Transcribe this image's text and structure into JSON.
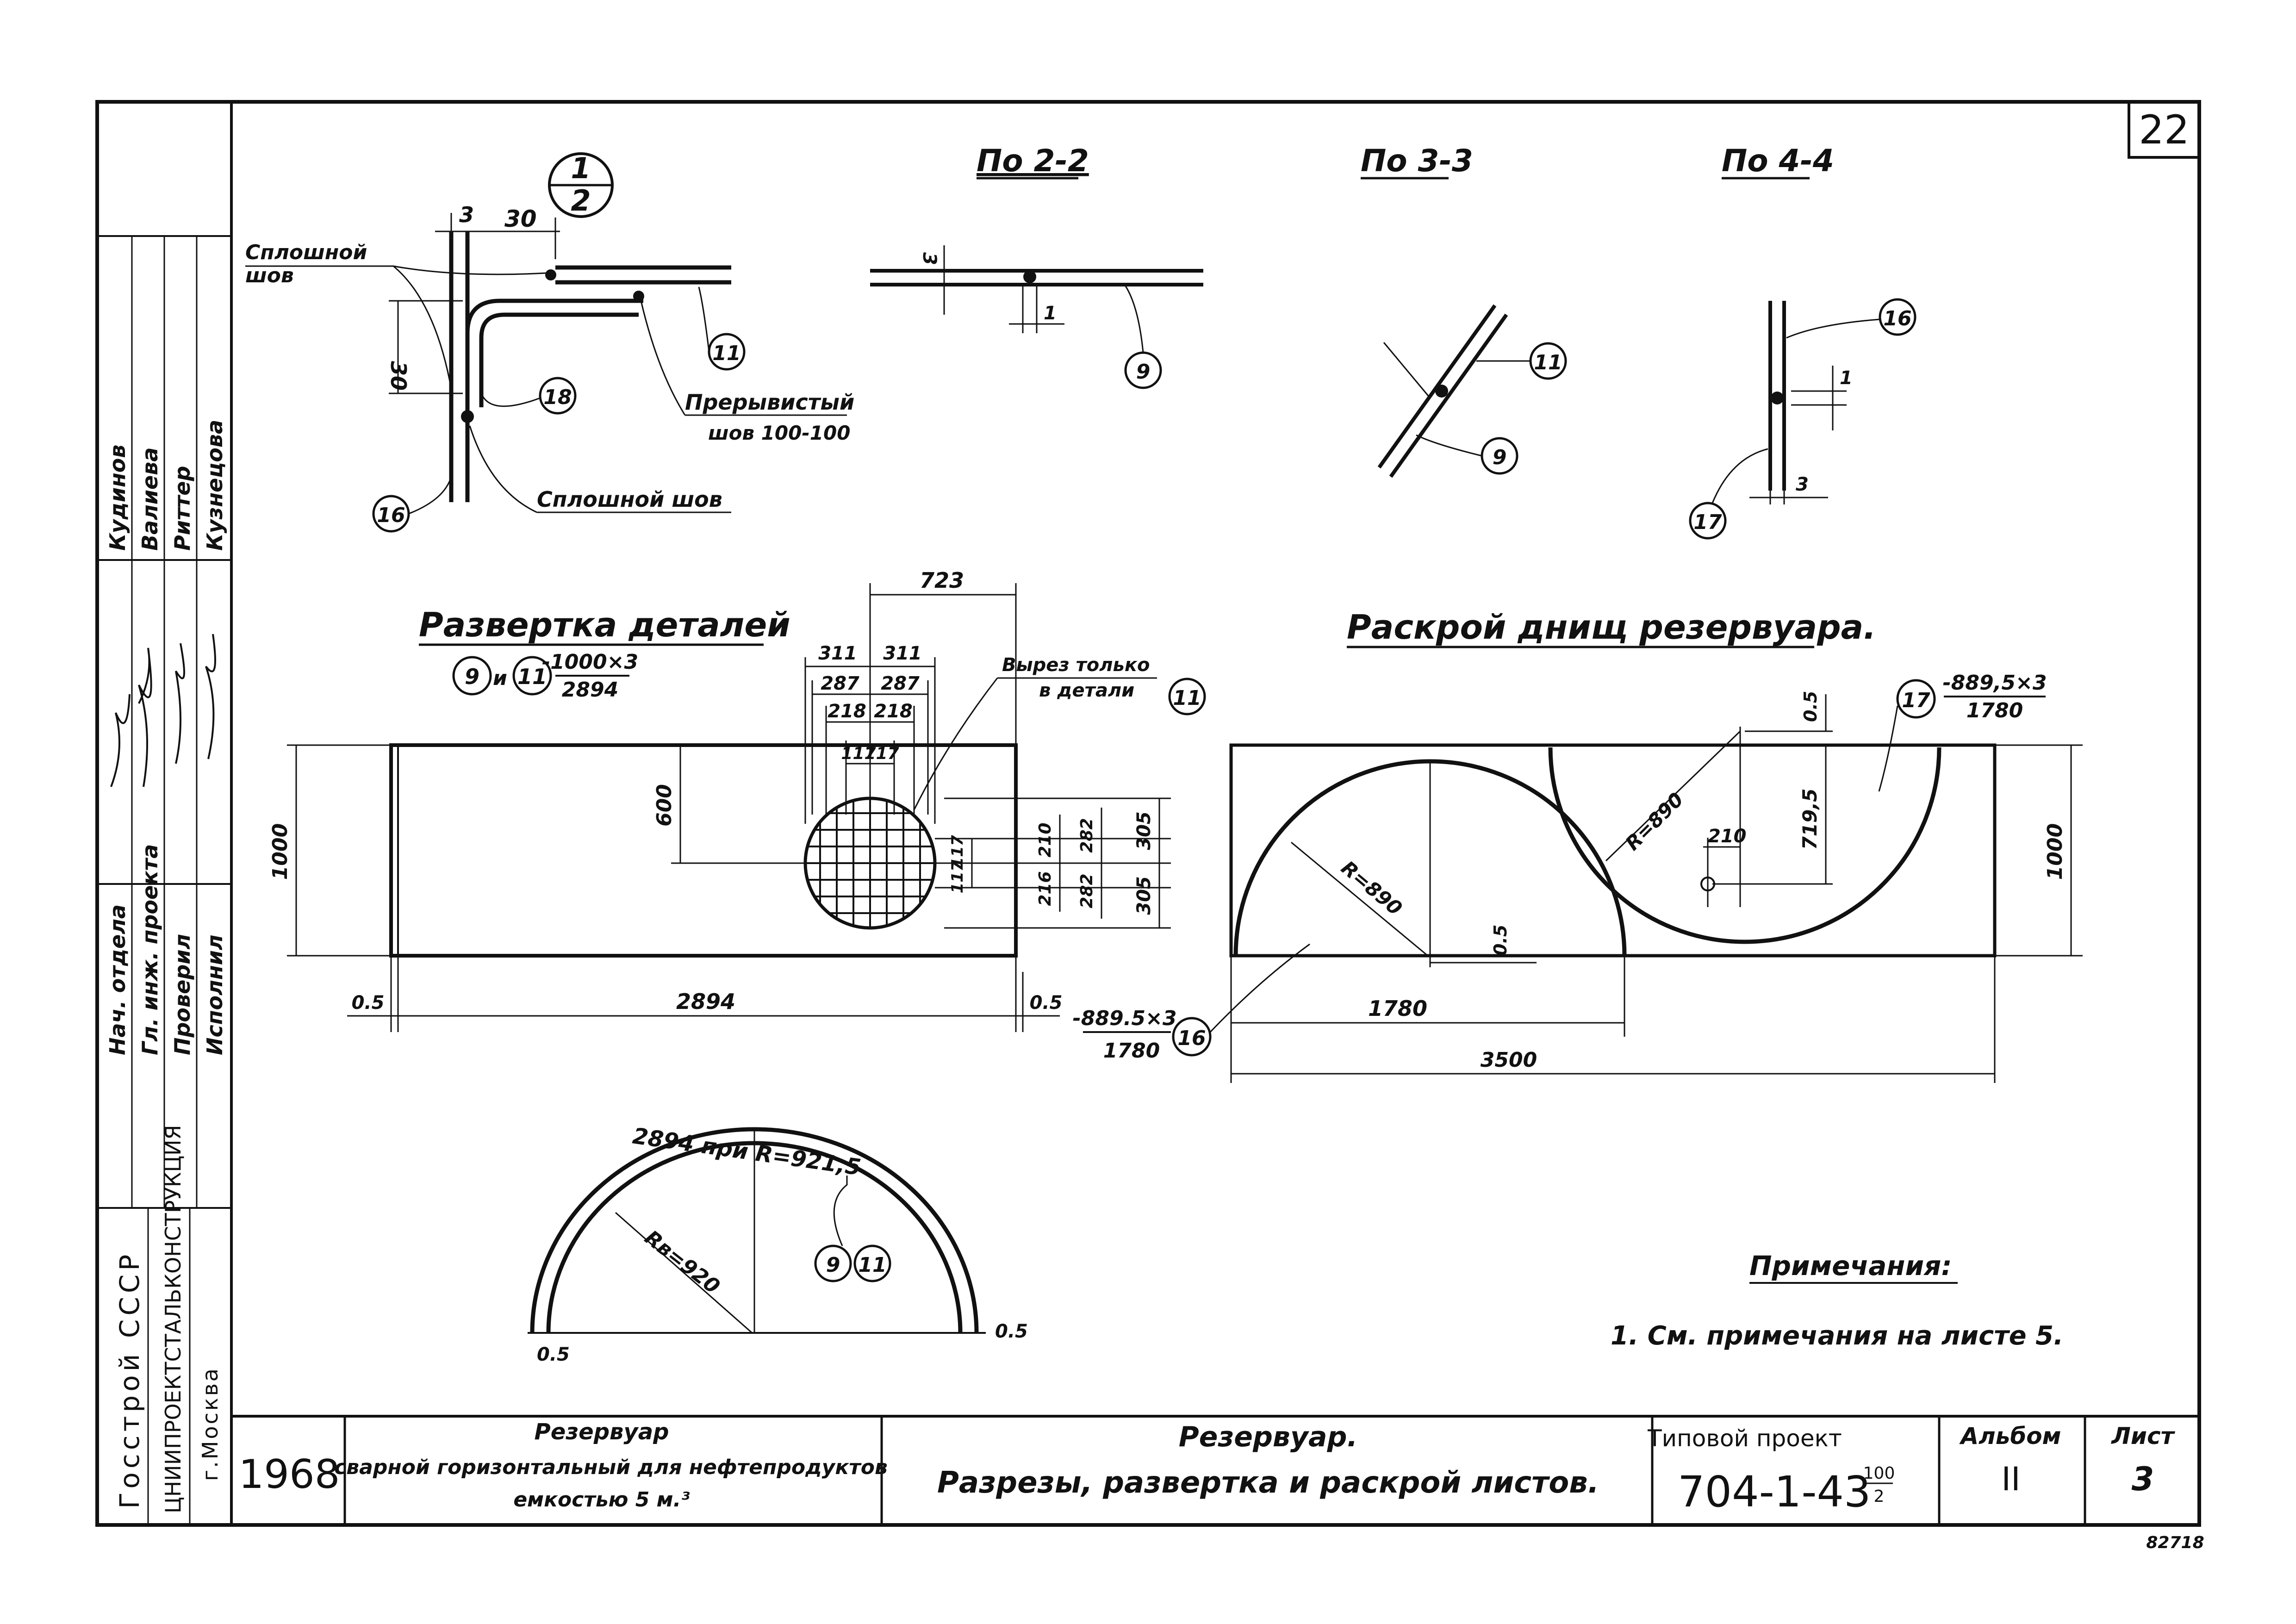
{
  "sheet_number": "22",
  "detail_callout": {
    "top": "1",
    "bottom": "2"
  },
  "section_titles": {
    "s22": "По 2-2",
    "s33": "По 3-3",
    "s44": "По 4-4"
  },
  "weld_labels": {
    "solid_a_line1": "Сплошной",
    "solid_a_line2": "шов",
    "intermittent_line1": "Прерывистый",
    "intermittent_line2": "шов 100-100",
    "solid_b": "Сплошной шов"
  },
  "detail_dims": {
    "top_3": "3",
    "top_30": "30",
    "side_30": "30",
    "s22_3": "3",
    "s22_1": "1",
    "s44_1": "1",
    "s44_3": "3"
  },
  "part_marks": {
    "p9": "9",
    "p11": "11",
    "p16": "16",
    "p17": "17",
    "p18": "18"
  },
  "development": {
    "title": "Развертка деталей",
    "connector": "и",
    "spec_top": "-1000×3",
    "spec_bottom": "2894",
    "cutout_note_line1": "Вырез только",
    "cutout_note_line2": "в детали",
    "dims": {
      "d723": "723",
      "d311a": "311",
      "d311b": "311",
      "d287a": "287",
      "d287b": "287",
      "d218a": "218",
      "d218b": "218",
      "d117a": "117",
      "d117b": "117",
      "d600": "600",
      "d1000": "1000",
      "d117v1": "117",
      "d117v2": "117",
      "d210v": "210",
      "d216v": "216",
      "d282v1": "282",
      "d282v2": "282",
      "d305v1": "305",
      "d305v2": "305",
      "d05l": "0.5",
      "d2894": "2894",
      "d05r": "0.5"
    }
  },
  "bottom_cut": {
    "title": "Раскрой днищ резервуара.",
    "spec17_top": "-889,5×3",
    "spec17_bottom": "1780",
    "spec16_top": "-889.5×3",
    "spec16_bottom": "1780",
    "r_left": "R=890",
    "r_right": "R=890",
    "d05top": "0.5",
    "d7195": "719,5",
    "d210": "210",
    "d05mid": "0.5",
    "d1000": "1000",
    "d1780": "1780",
    "d3500": "3500"
  },
  "arc": {
    "top_label": "2894 при R=921,5",
    "r_label": "Rв=920",
    "d05l": "0.5",
    "d05r": "0.5"
  },
  "notes": {
    "title": "Примечания:",
    "item1": "1. См. примечания на листе 5."
  },
  "side_stamp": {
    "org1": "Госстрой СССР",
    "org2": "ЦНИИПРОЕКТСТАЛЬКОНСТРУКЦИЯ",
    "org3": "г.Москва",
    "roles": [
      "Нач. отдела",
      "Гл. инж. проекта",
      "Проверил",
      "Исполнил"
    ],
    "names": [
      "Кудинов",
      "Валиева",
      "Риттер",
      "Кузнецова"
    ]
  },
  "title_block": {
    "year": "1968",
    "object_title": "Резервуар",
    "object_desc_line1": "сварной горизонтальный для нефтепродуктов",
    "object_desc_line2": "емкостью 5 м.³",
    "sheet_title_line1": "Резервуар.",
    "sheet_title_line2": "Разрезы, развертка и раскрой листов.",
    "project_label": "Типовой проект",
    "project_code": "704-1-43",
    "project_frac_top": "100",
    "project_frac_bottom": "2",
    "album_label": "Альбом",
    "album_value": "II",
    "sheet_label": "Лист",
    "sheet_value": "3"
  },
  "inventory_number": "82718"
}
